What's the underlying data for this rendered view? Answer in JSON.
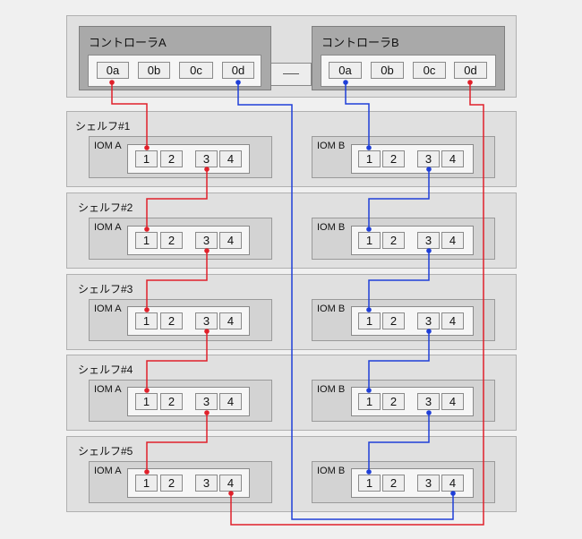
{
  "controllers": [
    {
      "name": "コントローラA",
      "ports": [
        "0a",
        "0b",
        "0c",
        "0d"
      ]
    },
    {
      "name": "コントローラB",
      "ports": [
        "0a",
        "0b",
        "0c",
        "0d"
      ]
    }
  ],
  "shelves": [
    {
      "name": "シェルフ#1",
      "iom_a": "IOM A",
      "iom_b": "IOM B",
      "ports": [
        "1",
        "2",
        "3",
        "4"
      ]
    },
    {
      "name": "シェルフ#2",
      "iom_a": "IOM A",
      "iom_b": "IOM B",
      "ports": [
        "1",
        "2",
        "3",
        "4"
      ]
    },
    {
      "name": "シェルフ#3",
      "iom_a": "IOM A",
      "iom_b": "IOM B",
      "ports": [
        "1",
        "2",
        "3",
        "4"
      ]
    },
    {
      "name": "シェルフ#4",
      "iom_a": "IOM A",
      "iom_b": "IOM B",
      "ports": [
        "1",
        "2",
        "3",
        "4"
      ]
    },
    {
      "name": "シェルフ#5",
      "iom_a": "IOM A",
      "iom_b": "IOM B",
      "ports": [
        "1",
        "2",
        "3",
        "4"
      ]
    }
  ],
  "colors": {
    "red": "#e0202a",
    "blue": "#1f3fd8"
  }
}
